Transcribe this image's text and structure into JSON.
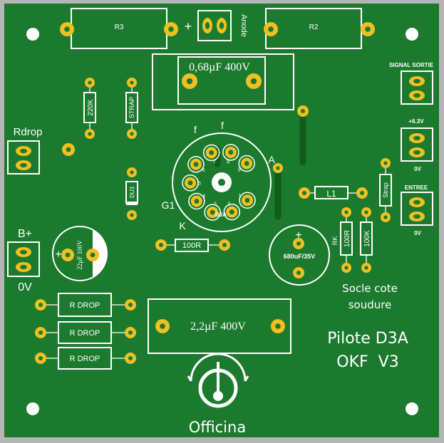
{
  "colors": {
    "board": "#1c7a2e",
    "frame": "#b5b5b5",
    "copper_trace": "#0f5c1c",
    "pad": "#f0c020",
    "pad_hole": "#1c7a2e",
    "mount_hole": "#ffffff",
    "silkscreen": "#ffffff"
  },
  "labels": {
    "r3": "R3",
    "r2": "R2",
    "plus_anode": "+",
    "anode": "Anode",
    "cap_068": "0,68µF 400V",
    "signal_sortie": "SIGNAL SORTIE",
    "r_220k": "220K",
    "strap": "STRAP",
    "rdrop": "Rdrop",
    "f_left": "f",
    "f_right": "f",
    "a": "A",
    "g1": "G1",
    "k": "K",
    "tube": "D3A",
    "du3": "DU3",
    "l1": "L1",
    "strap2": "Strap",
    "plus_63": "+6.3V",
    "zero_63": "0V",
    "entree": "ENTREE",
    "zero_entree": "0V",
    "b_plus": "B+",
    "zero_b": "0V",
    "cap_22": "22µF 100V",
    "plus_22": "+",
    "r_100r": "100R",
    "cap_680": "680uF/35V",
    "plus_680": "+",
    "rk": "RK",
    "r_100r_v": "100R",
    "r_100k": "100K",
    "socle": "Socle cote",
    "soudure": "soudure",
    "rdrop1": "R DROP",
    "rdrop2": "R DROP",
    "rdrop3": "R DROP",
    "cap_22_400": "2,2µF 400V",
    "pilote": "Pilote D3A",
    "okf": "OKF  V3",
    "officina": "Officina"
  },
  "pin_numbers": [
    "1",
    "2",
    "3",
    "4",
    "5",
    "6",
    "7",
    "8",
    "9"
  ]
}
